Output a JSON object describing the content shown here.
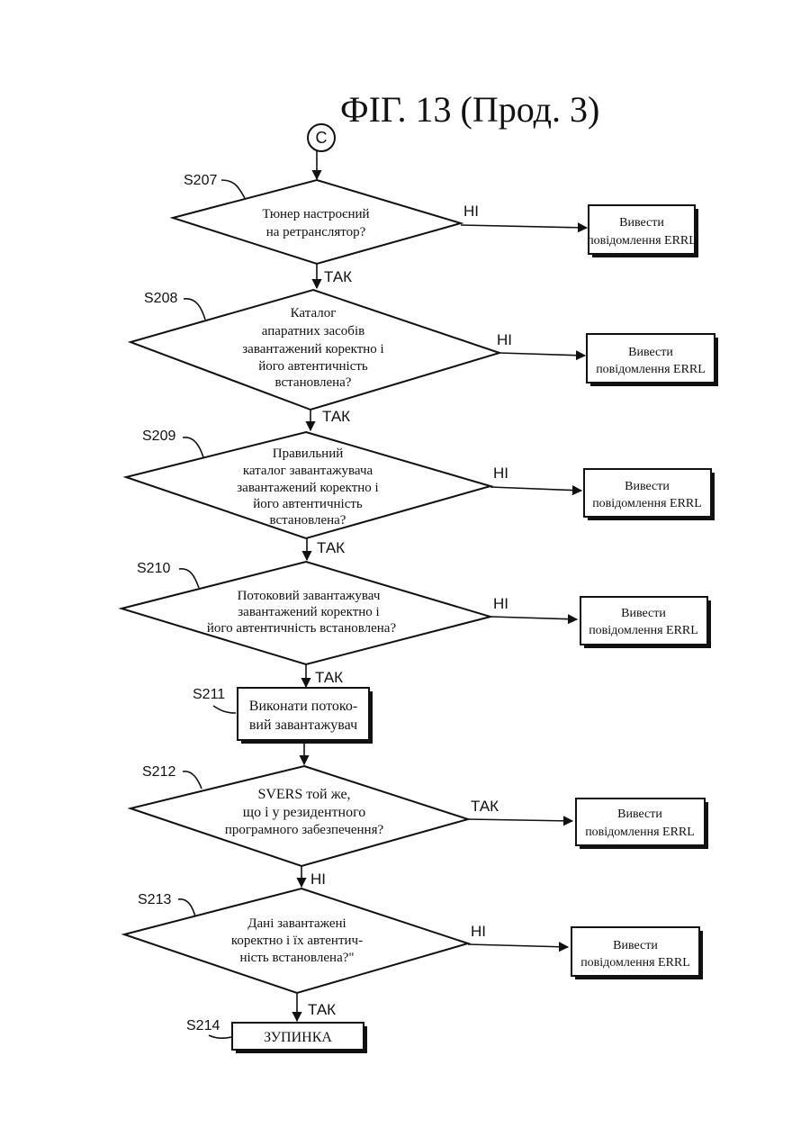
{
  "title": "ФІГ. 13 (Прод. 3)",
  "connector": "C",
  "yes": "ТАК",
  "no": "НІ",
  "error_box": [
    "Вивести",
    "повідомлення ERRL"
  ],
  "steps": [
    {
      "id": "S207",
      "lines": [
        "Тюнер настроєний",
        "на ретранслятор?"
      ],
      "right": "НІ",
      "down": "ТАК"
    },
    {
      "id": "S208",
      "lines": [
        "Каталог",
        "апаратних засобів",
        "завантажений коректно і",
        "його автентичність",
        "встановлена?"
      ],
      "right": "НІ",
      "down": "ТАК"
    },
    {
      "id": "S209",
      "lines": [
        "Правильний",
        "каталог завантажувача",
        "завантажений коректно і",
        "його автентичність",
        "встановлена?"
      ],
      "right": "НІ",
      "down": "ТАК"
    },
    {
      "id": "S210",
      "lines": [
        "Потоковий завантажувач",
        "завантажений коректно і",
        "його автентичність встановлена?"
      ],
      "right": "НІ",
      "down": "ТАК"
    },
    {
      "id": "S211",
      "lines": [
        "Виконати потоко-",
        "вий завантажувач"
      ]
    },
    {
      "id": "S212",
      "lines": [
        "SVERS той же,",
        "що і у резидентного",
        "програмного забезпечення?"
      ],
      "right": "ТАК",
      "down": "НІ"
    },
    {
      "id": "S213",
      "lines": [
        "Дані завантажені",
        "коректно і їх автентич-",
        "ність встановлена?\""
      ],
      "right": "НІ",
      "down": "ТАК"
    },
    {
      "id": "S214",
      "lines": [
        "ЗУПИНКА"
      ]
    }
  ]
}
